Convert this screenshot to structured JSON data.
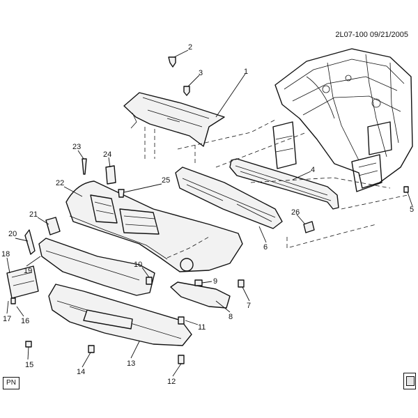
{
  "header": {
    "ref": "2L07-100  09/21/2005"
  },
  "footer": {
    "pn_label": "PN"
  },
  "icons": {
    "view_badge": "view-orientation-icon"
  },
  "callouts": [
    {
      "id": "c1",
      "label": "1"
    },
    {
      "id": "c2",
      "label": "2"
    },
    {
      "id": "c3",
      "label": "3"
    },
    {
      "id": "c4",
      "label": "4"
    },
    {
      "id": "c5",
      "label": "5"
    },
    {
      "id": "c6",
      "label": "6"
    },
    {
      "id": "c7",
      "label": "7"
    },
    {
      "id": "c8",
      "label": "8"
    },
    {
      "id": "c9",
      "label": "9"
    },
    {
      "id": "c10",
      "label": "10"
    },
    {
      "id": "c11",
      "label": "11"
    },
    {
      "id": "c12",
      "label": "12"
    },
    {
      "id": "c13",
      "label": "13"
    },
    {
      "id": "c14",
      "label": "14"
    },
    {
      "id": "c15",
      "label": "15"
    },
    {
      "id": "c16",
      "label": "16"
    },
    {
      "id": "c17",
      "label": "17"
    },
    {
      "id": "c18",
      "label": "18"
    },
    {
      "id": "c19",
      "label": "19"
    },
    {
      "id": "c20",
      "label": "20"
    },
    {
      "id": "c21",
      "label": "21"
    },
    {
      "id": "c22",
      "label": "22"
    },
    {
      "id": "c23",
      "label": "23"
    },
    {
      "id": "c24",
      "label": "24"
    },
    {
      "id": "c25",
      "label": "25"
    },
    {
      "id": "c26",
      "label": "26"
    }
  ]
}
